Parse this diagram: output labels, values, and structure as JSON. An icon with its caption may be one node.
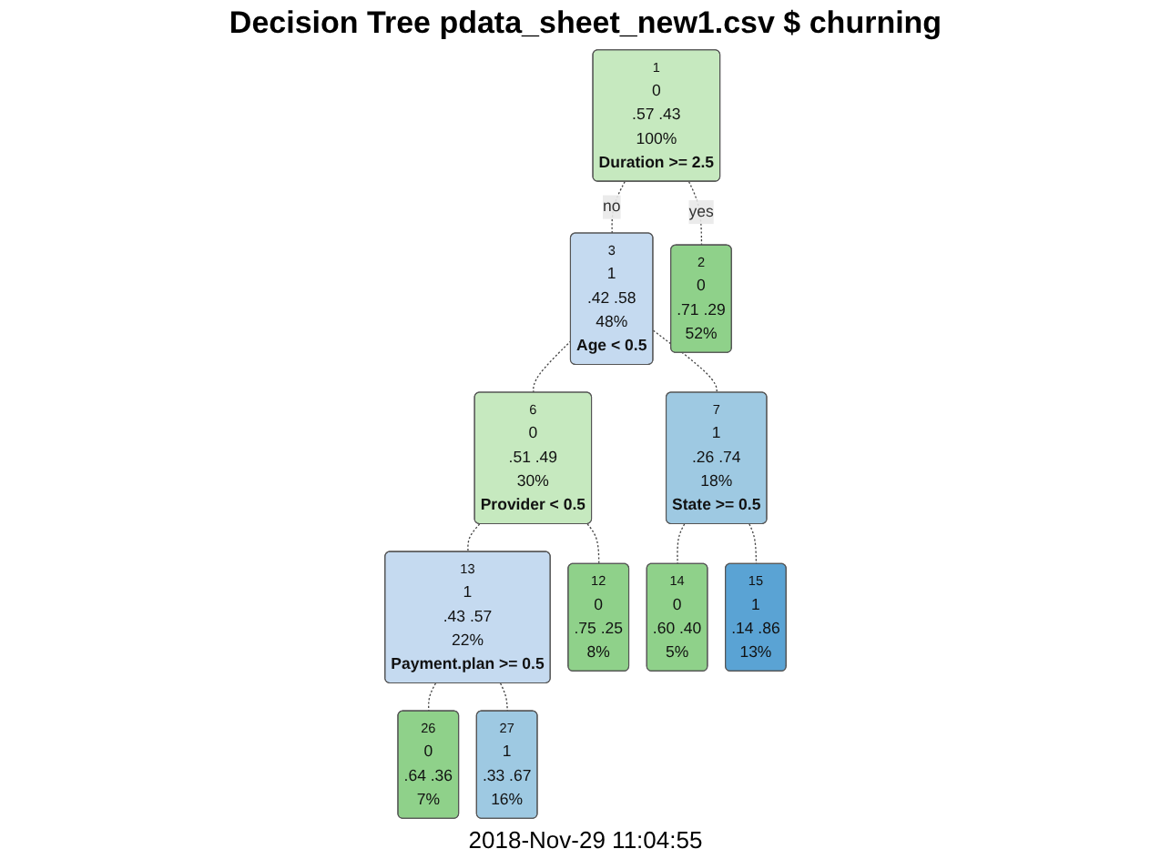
{
  "diagram": {
    "title": "Decision Tree pdata_sheet_new1.csv $ churning",
    "caption": "2018-Nov-29 11:04:55",
    "nodes": [
      {
        "text": [
          "1",
          "0",
          ".57 .43",
          "100%",
          "Duration >= 2.5"
        ]
      },
      {
        "text": [
          "3",
          "1",
          ".42 .58",
          "48%",
          "Age < 0.5"
        ]
      },
      {
        "text": [
          "6",
          "0",
          ".51 .49",
          "30%",
          "Provider < 0.5"
        ]
      },
      {
        "text": [
          "7",
          "1",
          ".26 .74",
          "18%",
          "State >= 0.5"
        ]
      },
      {
        "text": [
          "13",
          "1",
          ".43 .57",
          "22%",
          "Payment.plan >= 0.5"
        ]
      },
      {
        "text": [
          "2",
          "0",
          ".71 .29",
          "52%"
        ]
      },
      {
        "text": [
          "12",
          "0",
          ".75 .25",
          "8%"
        ]
      },
      {
        "text": [
          "26",
          "0",
          ".64 .36",
          "7%"
        ]
      },
      {
        "text": [
          "27",
          "1",
          ".33 .67",
          "16%"
        ]
      },
      {
        "text": [
          "14",
          "0",
          ".60 .40",
          "5%"
        ]
      },
      {
        "text": [
          "15",
          "1",
          ".14 .86",
          "13%"
        ]
      }
    ],
    "edges": [
      {
        "from": 0,
        "to": 5,
        "arrow": "none",
        "label": "yes",
        "style": "dashed"
      },
      {
        "from": 0,
        "to": 1,
        "arrow": "none",
        "label": "no",
        "style": "dashed"
      },
      {
        "from": 1,
        "to": 2,
        "arrow": "none",
        "style": "dashed"
      },
      {
        "from": 1,
        "to": 3,
        "arrow": "none",
        "style": "dashed"
      },
      {
        "from": 2,
        "to": 6,
        "arrow": "none",
        "style": "dashed"
      },
      {
        "from": 2,
        "to": 4,
        "arrow": "none",
        "style": "dashed"
      },
      {
        "from": 4,
        "to": 7,
        "arrow": "none",
        "style": "dashed"
      },
      {
        "from": 4,
        "to": 8,
        "arrow": "none",
        "style": "dashed"
      },
      {
        "from": 3,
        "to": 9,
        "arrow": "none",
        "style": "dashed"
      },
      {
        "from": 3,
        "to": 10,
        "arrow": "none",
        "style": "dashed"
      }
    ]
  }
}
